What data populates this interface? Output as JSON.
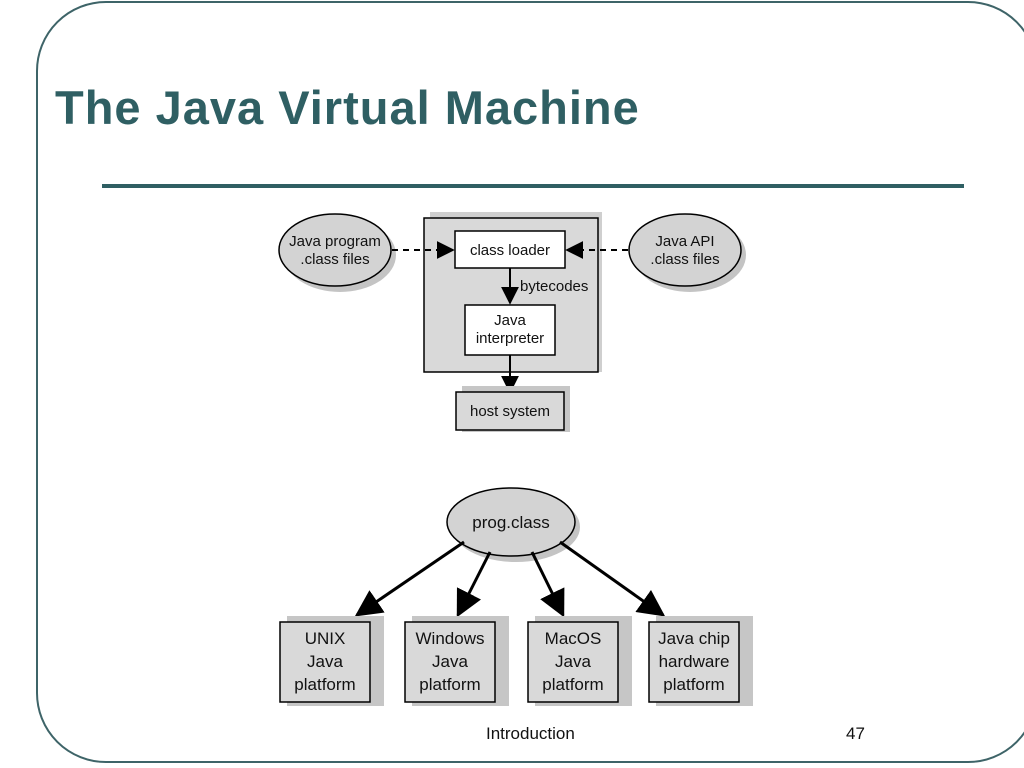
{
  "slide": {
    "title": "The Java Virtual Machine",
    "footer": "Introduction",
    "page_number": "47",
    "accent_color": "#2f5f63"
  },
  "jvm_diagram": {
    "java_program_files": [
      "Java program",
      ".class files"
    ],
    "java_api_files": [
      "Java API",
      ".class files"
    ],
    "class_loader": "class loader",
    "bytecodes": "bytecodes",
    "java_interpreter": [
      "Java",
      "interpreter"
    ],
    "host_system": "host system"
  },
  "platform_diagram": {
    "prog_class": "prog.class",
    "platforms": [
      [
        "UNIX",
        "Java",
        "platform"
      ],
      [
        "Windows",
        "Java",
        "platform"
      ],
      [
        "MacOS",
        "Java",
        "platform"
      ],
      [
        "Java chip",
        "hardware",
        "platform"
      ]
    ]
  }
}
